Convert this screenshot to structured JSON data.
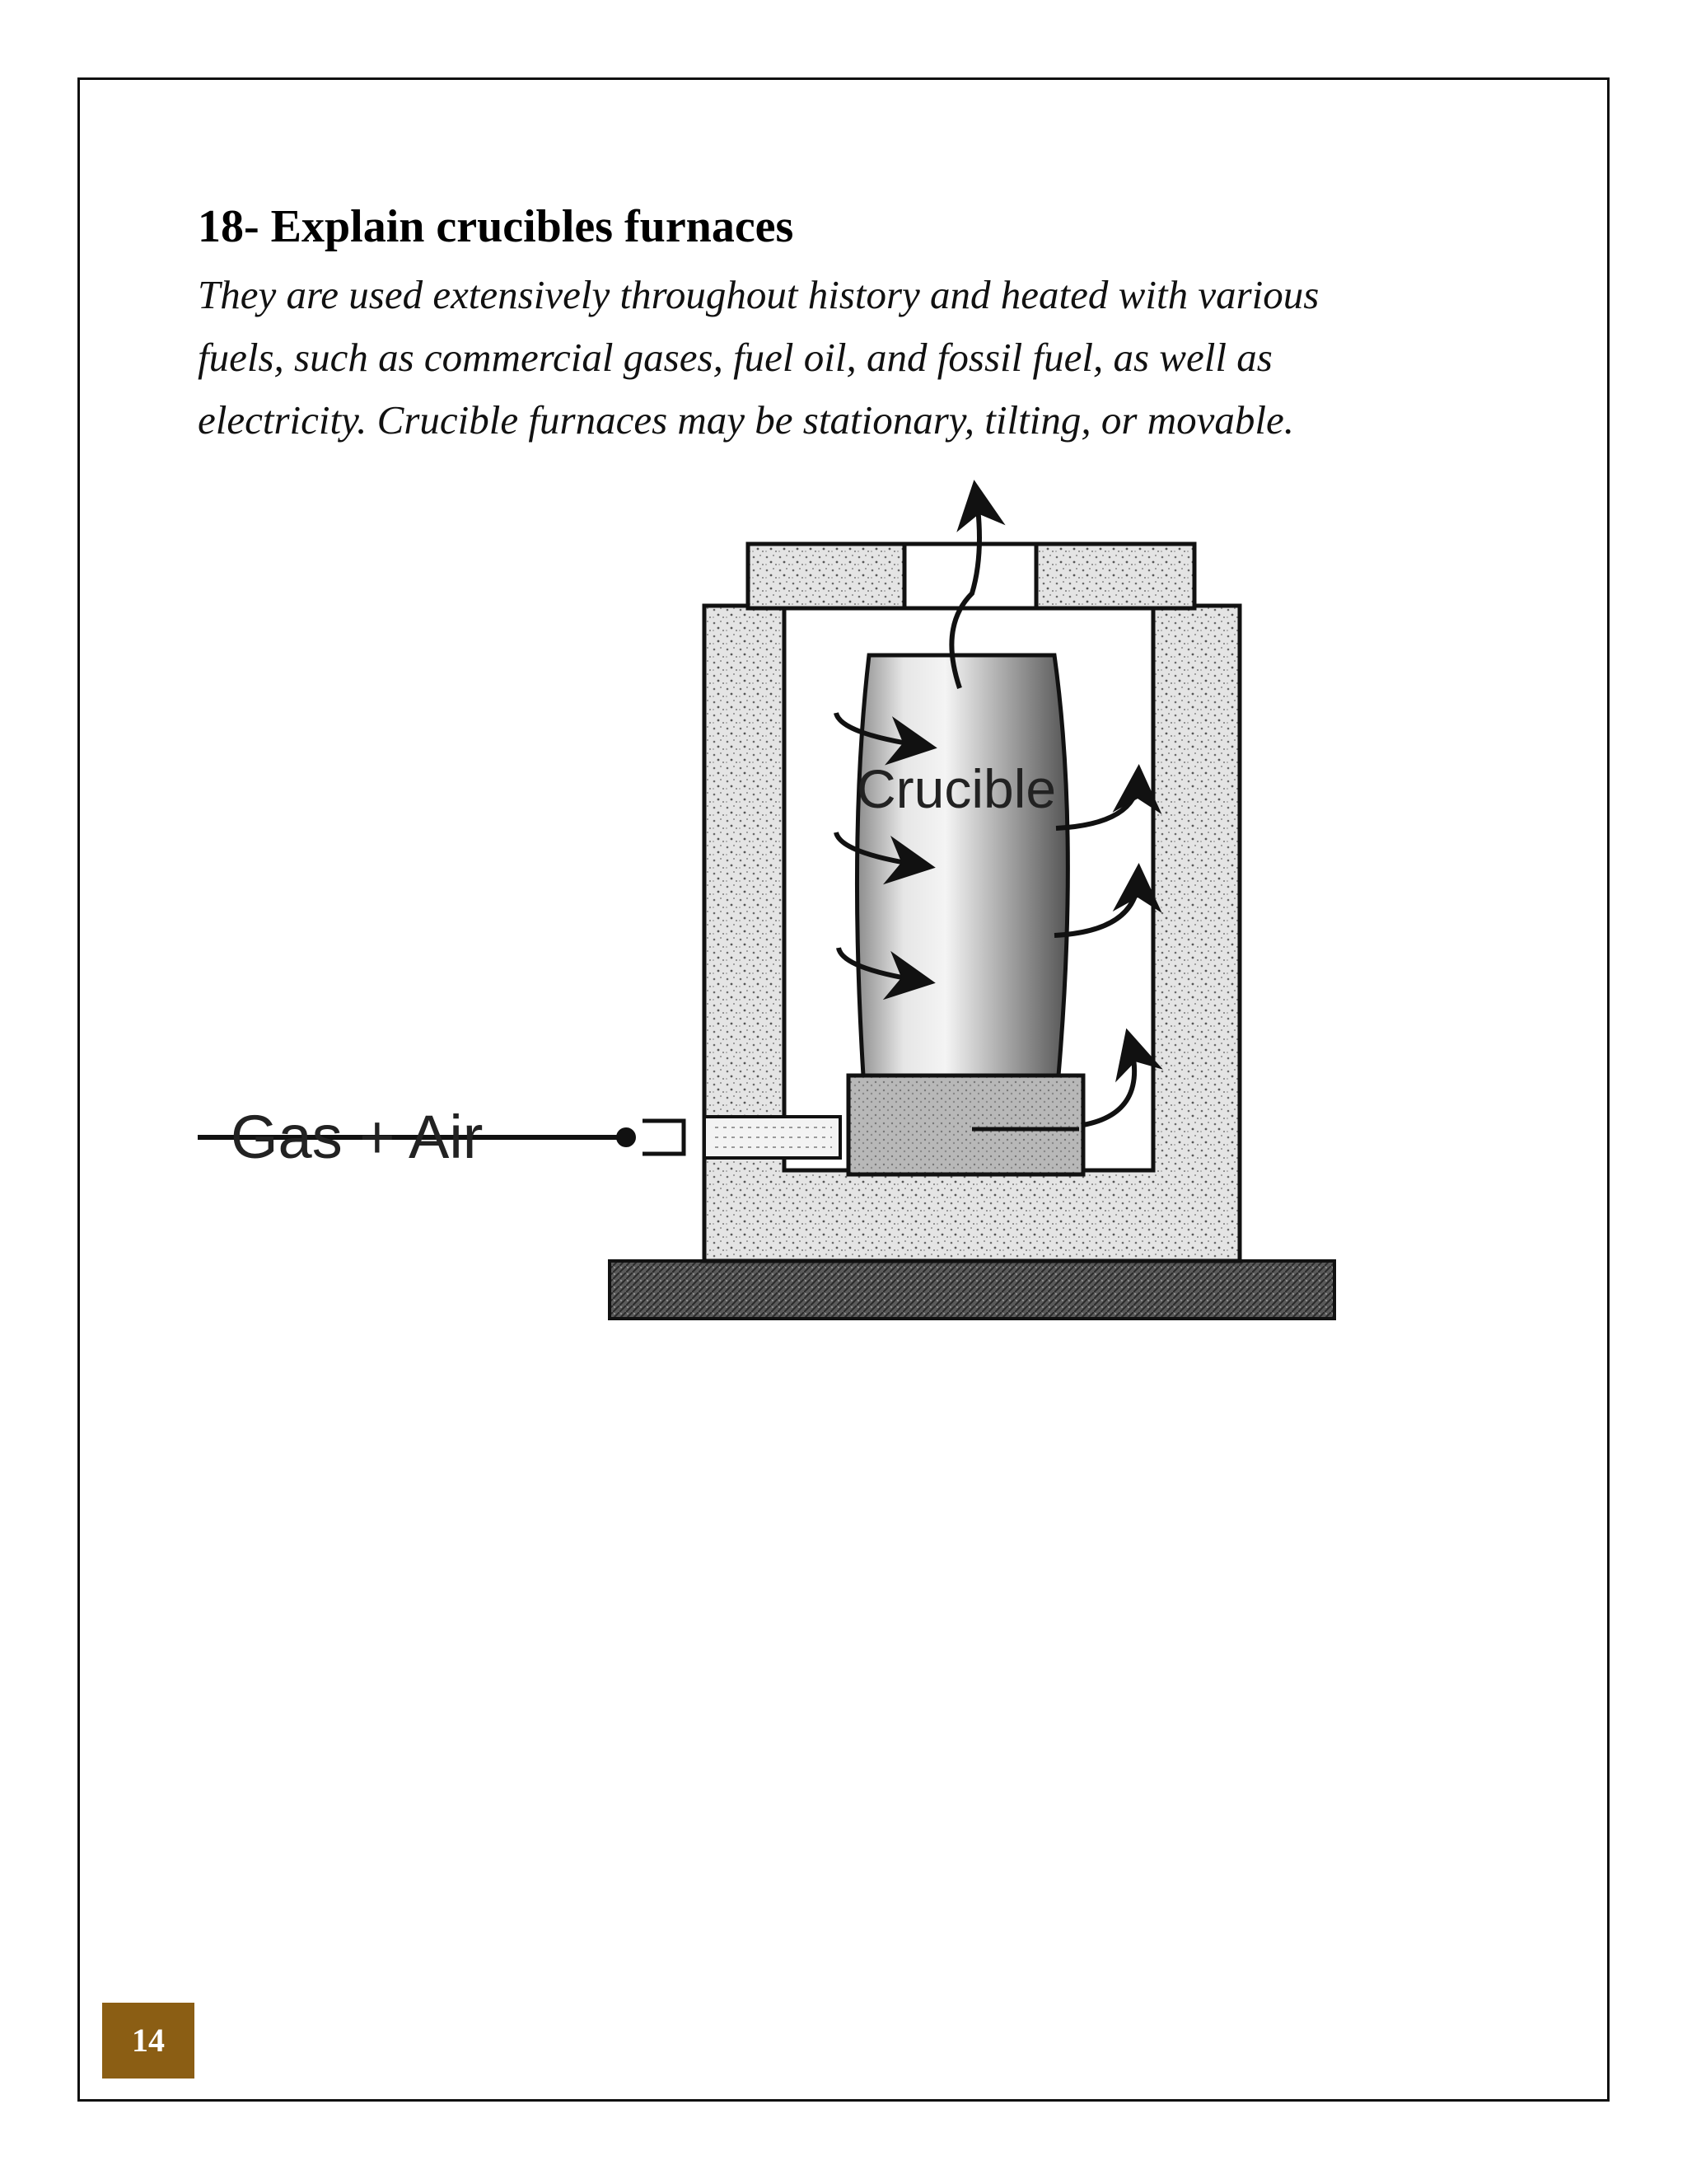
{
  "heading": "18- Explain crucibles furnaces",
  "paragraph_lines": [
    "They are used extensively throughout history and heated with various",
    "fuels, such as commercial gases, fuel oil, and fossil fuel, as well as",
    "electricity. Crucible furnaces may be stationary, tilting, or movable."
  ],
  "figure": {
    "crucible_label": "Crucible",
    "inlet_label": "Gas + Air"
  },
  "page_number": "14",
  "colors": {
    "page_number_bg": "#8b5e14",
    "frame": "#111111"
  }
}
